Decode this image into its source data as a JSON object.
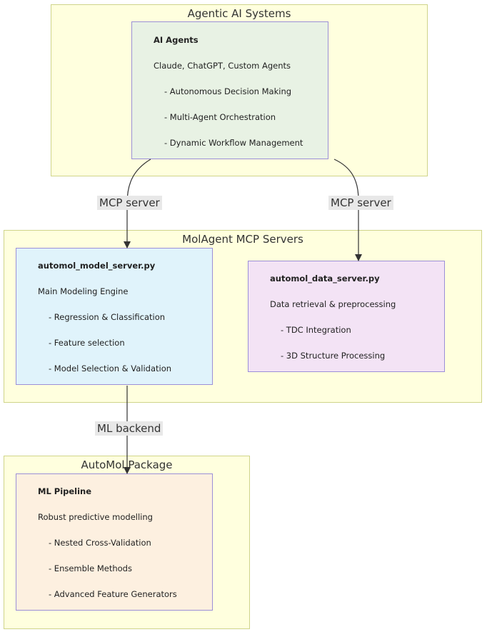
{
  "clusters": {
    "agentic": {
      "title": "Agentic AI Systems"
    },
    "servers": {
      "title": "MolAgent MCP Servers"
    },
    "automol": {
      "title": "AutoMol Package"
    }
  },
  "nodes": {
    "ai_agents": {
      "title": "AI Agents",
      "subtitle": "Claude, ChatGPT, Custom Agents",
      "items": [
        "- Autonomous Decision Making",
        "- Multi-Agent Orchestration",
        "- Dynamic Workflow Management"
      ],
      "fill": "#e8f2e4"
    },
    "model_server": {
      "title": "automol_model_server.py",
      "subtitle": "Main Modeling Engine",
      "items": [
        "- Regression & Classification",
        "- Feature selection",
        "- Model Selection & Validation"
      ],
      "fill": "#e0f3fb"
    },
    "data_server": {
      "title": "automol_data_server.py",
      "subtitle": "Data retrieval & preprocessing",
      "items": [
        "- TDC Integration",
        "- 3D Structure Processing"
      ],
      "fill": "#f3e3f5"
    },
    "ml_pipeline": {
      "title": "ML Pipeline",
      "subtitle": "Robust predictive modelling",
      "items": [
        "- Nested Cross-Validation",
        "- Ensemble Methods",
        "- Advanced Feature Generators"
      ],
      "fill": "#fdf0e0"
    }
  },
  "edges": {
    "mcp_left": "MCP server",
    "mcp_right": "MCP server",
    "ml_backend": "ML backend"
  },
  "colors": {
    "cluster_fill": "#ffffde",
    "cluster_border": "#cfd48a",
    "node_border": "#9b8fd8",
    "edge": "#333333",
    "edge_label_bg": "#e8e8e8"
  }
}
